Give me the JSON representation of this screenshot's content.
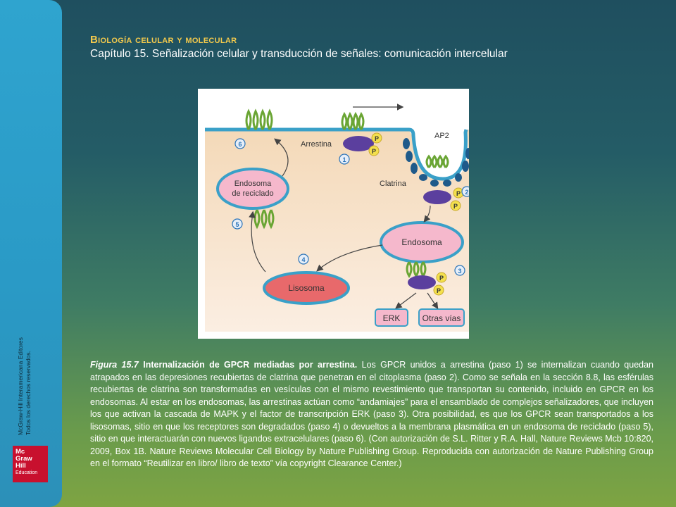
{
  "header": {
    "title": "Biología celular y molecular",
    "subtitle": "Capítulo 15. Señalización celular y transducción de señales: comunicación intercelular"
  },
  "sidebar": {
    "publisher_line1": "McGraw-Hill Interamericana Editores",
    "publisher_line2": "Todos los derechos reservados.",
    "logo": {
      "line1": "Mc",
      "line2": "Graw",
      "line3": "Hill",
      "line4": "Education",
      "color": "#c8102e"
    }
  },
  "figure": {
    "labels": {
      "arrestina": "Arrestina",
      "ap2": "AP2",
      "clatrina": "Clatrina",
      "endosoma_reciclado_1": "Endosoma",
      "endosoma_reciclado_2": "de reciclado",
      "endosoma": "Endosoma",
      "lisosoma": "Lisosoma",
      "erk": "ERK",
      "otras_vias": "Otras vías",
      "phosphate": "P"
    },
    "steps": [
      "1",
      "2",
      "3",
      "4",
      "5",
      "6"
    ],
    "colors": {
      "membrane": "#3aa0c8",
      "cytoplasm": "#f7e4cf",
      "endosome": "#f5b8cc",
      "lysosome": "#e8696b",
      "arrestin": "#5b3f9e",
      "receptor": "#8cc63f",
      "phosphate": "#f4e04d",
      "clathrin": "#1f5a8a",
      "step_badge": "#2a73b8"
    }
  },
  "caption": {
    "label": "Figura 15.7",
    "title": "Internalización de GPCR mediadas por arrestina.",
    "body": " Los GPCR unidos a arrestina (paso 1) se internalizan cuando quedan atrapados en las depresiones recubiertas de clatrina que penetran en el citoplasma (paso 2). Como se señala en la sección 8.8, las esférulas recubiertas de clatrina son transformadas en vesículas con el mismo revestimiento que transportan su contenido, incluido en GPCR en los endosomas. Al estar en los endosomas, las arrestinas actúan como “andamiajes” para el ensamblado de complejos señalizadores, que incluyen los que activan la cascada de MAPK y el factor de transcripción ERK (paso 3). Otra posibilidad, es que los GPCR sean transportados a los lisosomas, sitio en que los receptores son degradados (paso 4) o devueltos a la membrana plasmática en un endosoma de reciclado (paso 5), sitio en que interactuarán con nuevos ligandos extracelulares (paso 6). (Con autorización de S.L. Ritter y R.A. Hall, Nature Reviews Mcb 10:820, 2009, Box 1B. Nature Reviews Molecular Cell Biology by Nature Publishing Group. Reproducida con autorización de Nature Publishing Group en el formato “Reutilizar en libro/ libro de texto” vía copyright Clearance Center.)"
  }
}
